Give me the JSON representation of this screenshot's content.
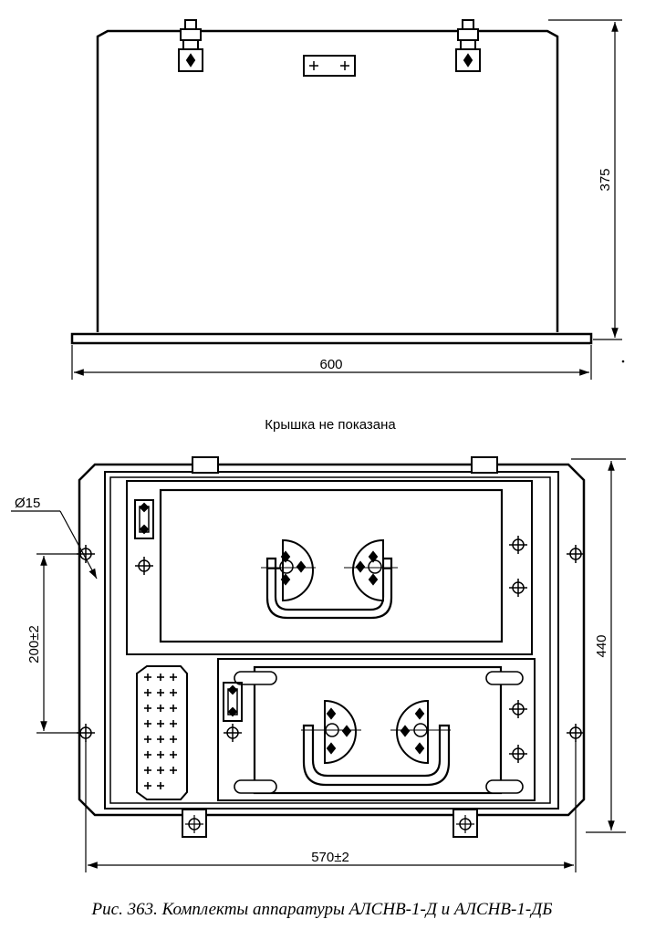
{
  "dimensions": {
    "top_height": "375",
    "top_width": "600",
    "hole_diameter": "Ø15",
    "hole_spacing": "200±2",
    "bottom_height": "440",
    "bottom_width": "570±2"
  },
  "note": "Крышка не показана",
  "caption": "Рис. 363. Комплекты аппаратуры АЛСНВ-1-Д и АЛСНВ-1-ДБ",
  "colors": {
    "ink": "#000000",
    "paper": "#ffffff"
  }
}
